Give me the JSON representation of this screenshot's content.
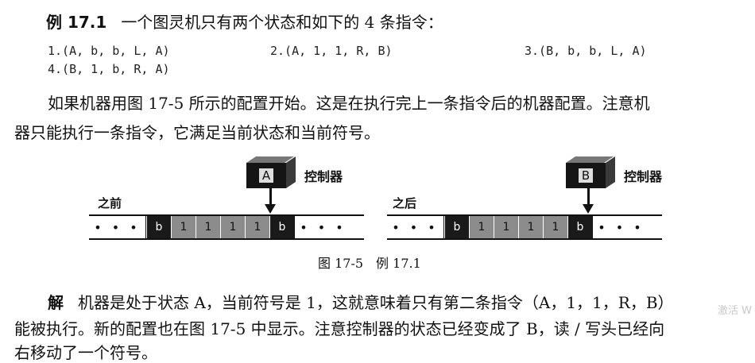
{
  "example": {
    "label": "例 17.1",
    "text": "一个图灵机只有两个状态和如下的 4 条指令："
  },
  "instructions": [
    "1.(A, b, b, L, A)",
    "2.(A, 1, 1, R, B)",
    "3.(B, b, b, L, A)",
    "4.(B, 1, b, R, A)"
  ],
  "intro": {
    "line1": "如果机器用图 17-5 所示的配置开始。这是在执行完上一条指令后的机器配置。注意机",
    "line2": "器只能执行一条指令，它满足当前状态和当前符号。"
  },
  "figure": {
    "before": {
      "label": "之前",
      "state": "A",
      "controller_label": "控制器",
      "ellipsis": "• • •",
      "cells": [
        "b",
        "1",
        "1",
        "1",
        "1",
        "b"
      ]
    },
    "after": {
      "label": "之后",
      "state": "B",
      "controller_label": "控制器",
      "ellipsis": "• • •",
      "cells": [
        "b",
        "1",
        "1",
        "1",
        "1",
        "b"
      ]
    },
    "caption_num": "图 17-5",
    "caption_text": "例 17.1"
  },
  "solution": {
    "label": "解",
    "line1": "机器是处于状态 A，当前符号是 1，这就意味着只有第二条指令（A，1，1，R，B）",
    "line2": "能被执行。新的配置也在图 17-5 中显示。注意控制器的状态已经变成了 B，读 / 写头已经向",
    "line3": "右移动了一个符号。"
  },
  "watermark": "激活 W"
}
